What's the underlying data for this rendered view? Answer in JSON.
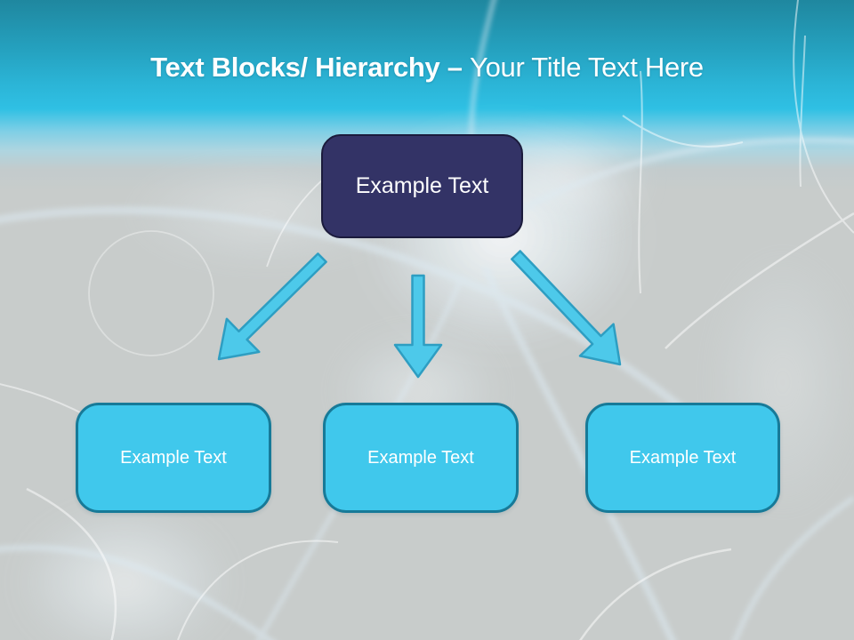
{
  "slide": {
    "title": {
      "bold_part": "Text Blocks/ Hierarchy – ",
      "regular_part": "Your Title Text Here"
    },
    "root_block": {
      "label": "Example Text"
    },
    "child_blocks": [
      {
        "label": "Example Text"
      },
      {
        "label": "Example Text"
      },
      {
        "label": "Example Text"
      }
    ],
    "arrows": [
      {
        "icon": "arrow-down-left"
      },
      {
        "icon": "arrow-down"
      },
      {
        "icon": "arrow-down-right"
      }
    ],
    "colors": {
      "header_top": "#1f879f",
      "header_mid": "#2fc0e4",
      "body_background": "#c8cccb",
      "root_block_fill": "#333366",
      "root_block_border": "#1b1b3c",
      "child_block_fill": "#40c8ec",
      "child_block_border": "#177a98",
      "arrow_fill": "#4dc9ea",
      "arrow_border": "#2e9ec2",
      "title_text": "#ffffff",
      "block_text": "#ffffff"
    }
  }
}
